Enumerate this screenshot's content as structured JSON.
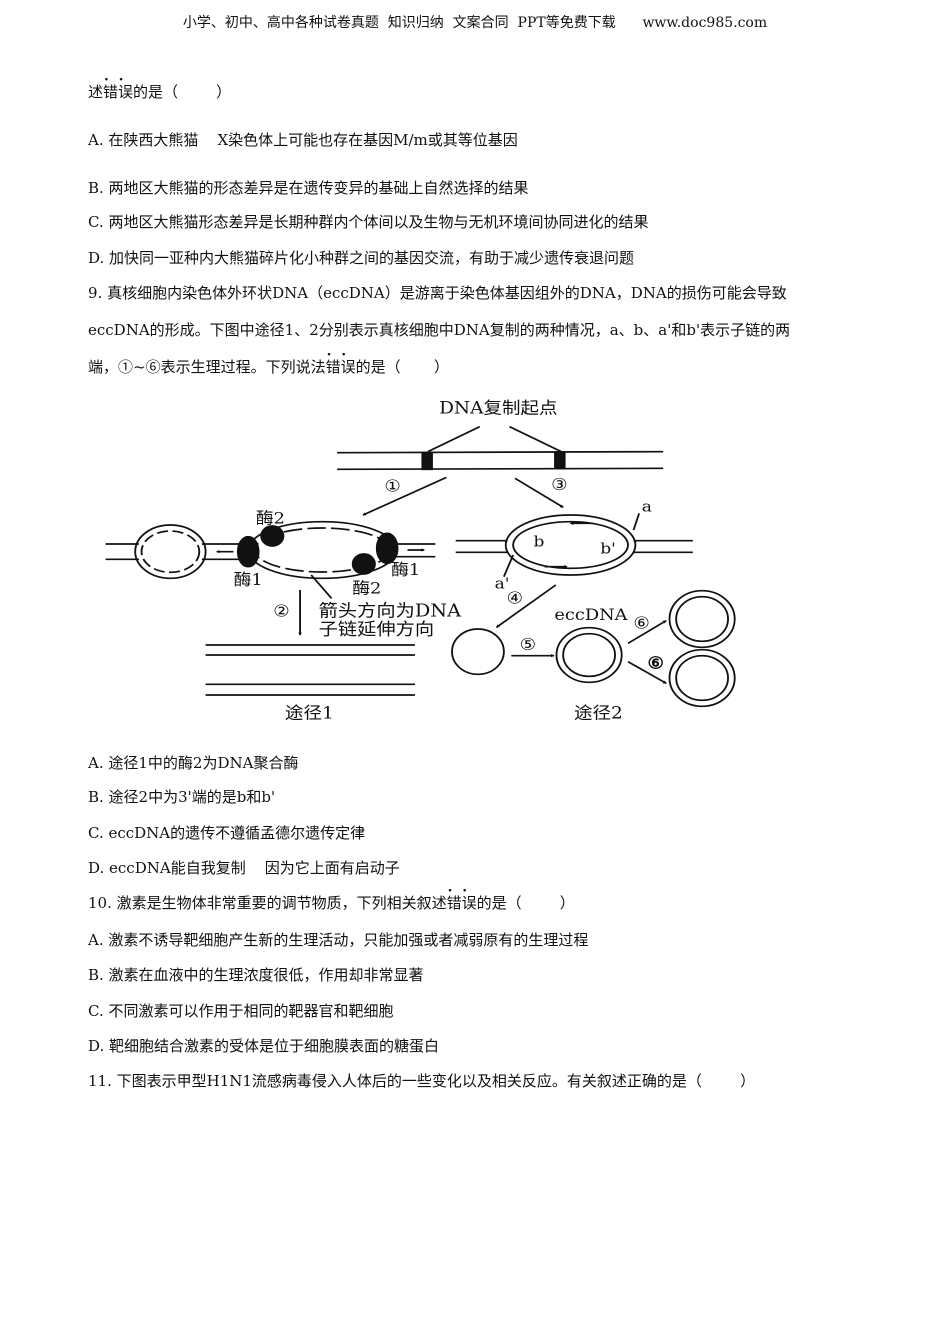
{
  "header": "小学、初中、高中各种试卷真题  知识归纳  文案合同  PPT等免费下载      www.doc985.com",
  "q8": {
    "stem_prefix": "述",
    "stem_emph": "错误",
    "stem_suffix": "的是（        ）",
    "options": [
      "A. 在陕西大熊猫    X染色体上可能也存在基因M/m或其等位基因",
      "B. 两地区大熊猫的形态差异是在遗传变异的基础上自然选择的结果",
      "C. 两地区大熊猫形态差异是长期种群内个体间以及生物与无机环境间协同进化的结果",
      "D. 加快同一亚种内大熊猫碎片化小种群之间的基因交流，有助于减少遗传衰退问题"
    ]
  },
  "q9": {
    "line1": "9. 真核细胞内染色体外环状DNA（eccDNA）是游离于染色体基因组外的DNA，DNA的损伤可能会导致",
    "line2": "eccDNA的形成。下图中途径1、2分别表示真核细胞中DNA复制的两种情况，a、b、a'和b'表示子链的两",
    "line3_prefix": "端，①~⑥表示生理过程。下列说法",
    "line3_emph": "错误",
    "line3_suffix": "的是（       ）",
    "diagram": {
      "origin_label": "DNA复制起点",
      "step1": "①",
      "step2": "②",
      "step3": "③",
      "step4": "④",
      "step5": "⑤",
      "step6": "⑥",
      "enzyme1": "酶1",
      "enzyme2": "酶2",
      "note_line1": "箭头方向为DNA",
      "note_line2": "子链延伸方向",
      "end_a": "a",
      "end_b": "b",
      "end_b_prime": "b'",
      "end_a_prime": "a'",
      "ecc_label": "eccDNA",
      "path1": "途径1",
      "path2": "途径2"
    },
    "options": [
      "A. 途径1中的酶2为DNA聚合酶",
      "B. 途径2中为3'端的是b和b'",
      "C. eccDNA的遗传不遵循孟德尔遗传定律",
      "D. eccDNA能自我复制    因为它上面有启动子"
    ]
  },
  "q10": {
    "stem_prefix": "10. 激素是生物体非常重要的调节物质，下列相关叙述",
    "stem_emph": "错误",
    "stem_suffix": "的是（        ）",
    "options": [
      "A. 激素不诱导靶细胞产生新的生理活动，只能加强或者减弱原有的生理过程",
      "B. 激素在血液中的生理浓度很低，作用却非常显著",
      "C. 不同激素可以作用于相同的靶器官和靶细胞",
      "D. 靶细胞结合激素的受体是位于细胞膜表面的糖蛋白"
    ]
  },
  "q11": {
    "stem": "11. 下图表示甲型H1N1流感病毒侵入人体后的一些变化以及相关反应。有关叙述正确的是（        ）"
  }
}
